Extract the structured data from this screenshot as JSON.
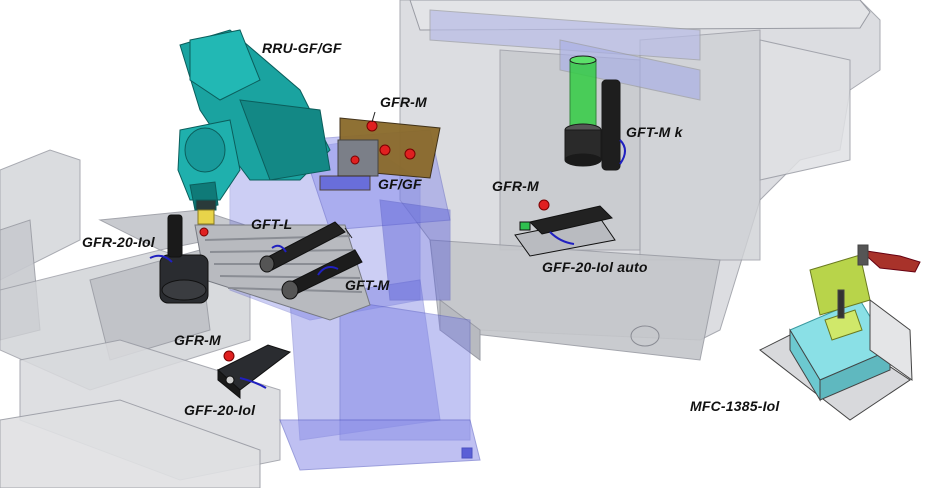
{
  "labels": {
    "rru_gf_gf": "RRU-GF/GF",
    "gfr_m_top": "GFR-M",
    "gf_gf": "GF/GF",
    "gft_m_k": "GFT-M k",
    "gfr_m_right": "GFR-M",
    "gft_l": "GFT-L",
    "gfr_20_iol": "GFR-20-Iol",
    "gff_20_iol_auto": "GFF-20-Iol auto",
    "gft_m": "GFT-M",
    "gfr_m_left": "GFR-M",
    "gff_20_iol": "GFF-20-Iol",
    "mfc_1385_iol": "MFC-1385-Iol"
  },
  "colors": {
    "robot": "#1aa3a0",
    "frame_blue": "#6f74e0",
    "gray_machine": "#c9cbd0",
    "green_tool": "#33cc44",
    "red_gripper": "#e02020",
    "brown_plate": "#8a6a2a",
    "lime_part": "#b8d44a",
    "cyan_base": "#8ae0e6"
  }
}
